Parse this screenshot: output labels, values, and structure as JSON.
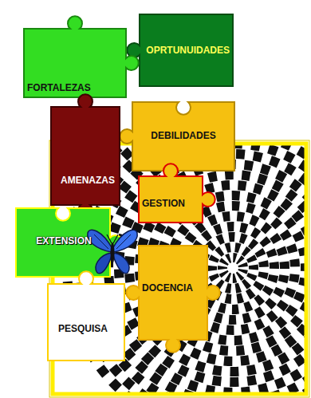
{
  "diagram": {
    "nodes": [
      {
        "text": [
          "OPRTUNUIDADES"
        ]
      },
      {
        "text": [
          "FORTALEZAS"
        ]
      },
      {
        "text": [
          "DEBILIDADES"
        ]
      },
      {
        "text": [
          "AMENAZAS"
        ]
      },
      {
        "text": [
          "GESTION"
        ]
      },
      {
        "text": [
          "EXTENSION"
        ]
      },
      {
        "text": [
          "DOCENCIA"
        ]
      },
      {
        "text": [
          "PESQUISA"
        ]
      }
    ]
  }
}
